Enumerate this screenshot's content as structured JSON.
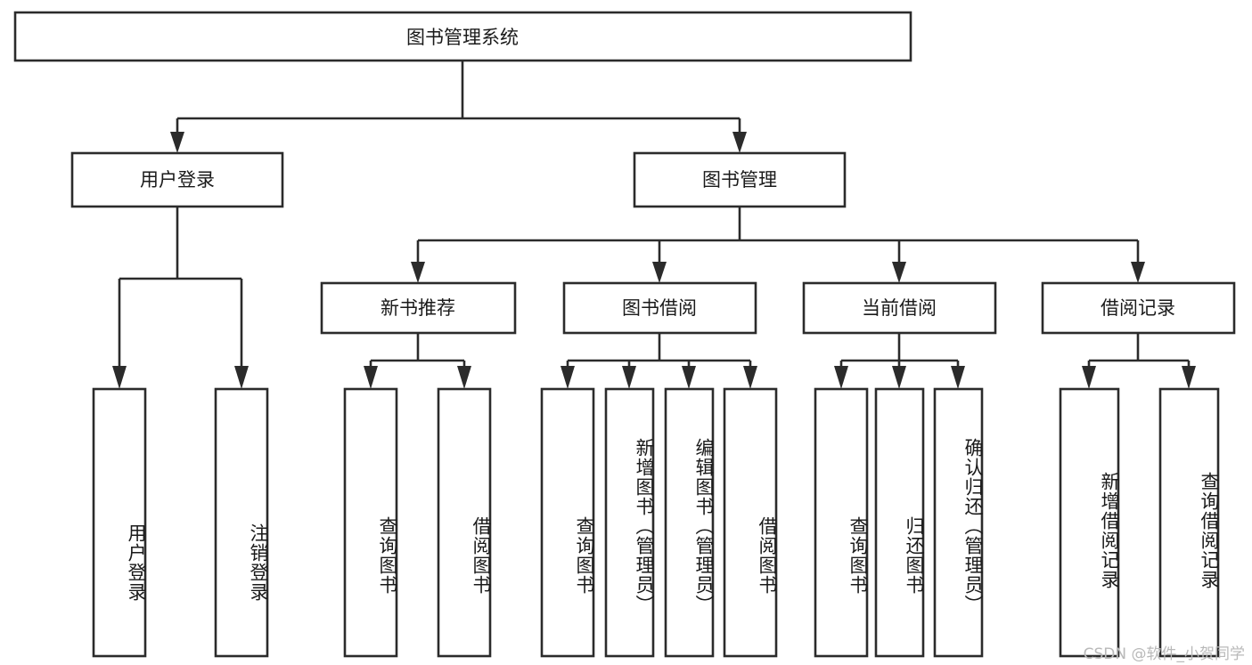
{
  "diagram": {
    "type": "tree-hierarchy",
    "orientation": "top-down",
    "root": {
      "id": "root",
      "label": "图书管理系统"
    },
    "level2": [
      {
        "id": "user-login",
        "label": "用户登录"
      },
      {
        "id": "book-manage",
        "label": "图书管理"
      }
    ],
    "level3": [
      {
        "id": "new-book-rec",
        "label": "新书推荐",
        "parent": "book-manage"
      },
      {
        "id": "book-borrow",
        "label": "图书借阅",
        "parent": "book-manage"
      },
      {
        "id": "current-borrow",
        "label": "当前借阅",
        "parent": "book-manage"
      },
      {
        "id": "borrow-record",
        "label": "借阅记录",
        "parent": "book-manage"
      }
    ],
    "leaves": [
      {
        "id": "leaf-user-login",
        "label": "用户登录",
        "parent": "user-login"
      },
      {
        "id": "leaf-user-logout",
        "label": "注销登录",
        "parent": "user-login"
      },
      {
        "id": "leaf-query-book-1",
        "label": "查询图书",
        "parent": "new-book-rec"
      },
      {
        "id": "leaf-borrow-book-1",
        "label": "借阅图书",
        "parent": "new-book-rec"
      },
      {
        "id": "leaf-query-book-2",
        "label": "查询图书",
        "parent": "book-borrow"
      },
      {
        "id": "leaf-add-book",
        "label": "新增图书（管理员）",
        "parent": "book-borrow"
      },
      {
        "id": "leaf-edit-book",
        "label": "编辑图书（管理员）",
        "parent": "book-borrow"
      },
      {
        "id": "leaf-borrow-book-2",
        "label": "借阅图书",
        "parent": "book-borrow"
      },
      {
        "id": "leaf-query-book-3",
        "label": "查询图书",
        "parent": "current-borrow"
      },
      {
        "id": "leaf-return-book",
        "label": "归还图书",
        "parent": "current-borrow"
      },
      {
        "id": "leaf-confirm-return",
        "label": "确认归还（管理员）",
        "parent": "current-borrow"
      },
      {
        "id": "leaf-add-record",
        "label": "新增借阅记录",
        "parent": "borrow-record"
      },
      {
        "id": "leaf-query-record",
        "label": "查询借阅记录",
        "parent": "borrow-record"
      }
    ],
    "colors": {
      "stroke": "#2b2b2b",
      "fill": "#ffffff",
      "text": "#1a1a1a",
      "watermark": "#b9b9b9"
    }
  },
  "watermark": {
    "text": "CSDN @软件_小贺同学"
  }
}
